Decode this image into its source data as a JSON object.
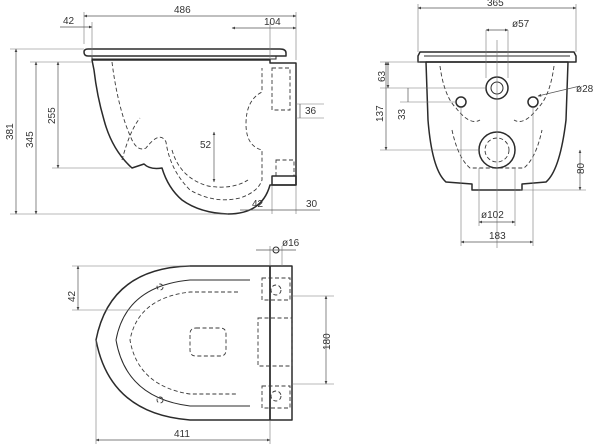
{
  "dimensions": {
    "side_width": "486",
    "side_seat_offset": "42",
    "side_rear": "104",
    "side_total_height": "381",
    "side_mount_height": "345",
    "side_bowl_height": "255",
    "side_fix_offset": "36",
    "side_outlet_height": "52",
    "side_outlet_depth": "42",
    "side_outlet_length": "30",
    "rear_width": "365",
    "rear_inlet_dia": "ø57",
    "rear_inlet_height": "63",
    "rear_fix_height": "137",
    "rear_fix_spacing": "33",
    "rear_bolt_dia": "ø28",
    "rear_outlet_height": "80",
    "rear_outlet_dia": "ø102",
    "rear_fix_width": "183",
    "top_hinge_dia": "ø16",
    "top_seat_offset": "42",
    "top_fix_spacing": "180",
    "top_length": "411"
  }
}
